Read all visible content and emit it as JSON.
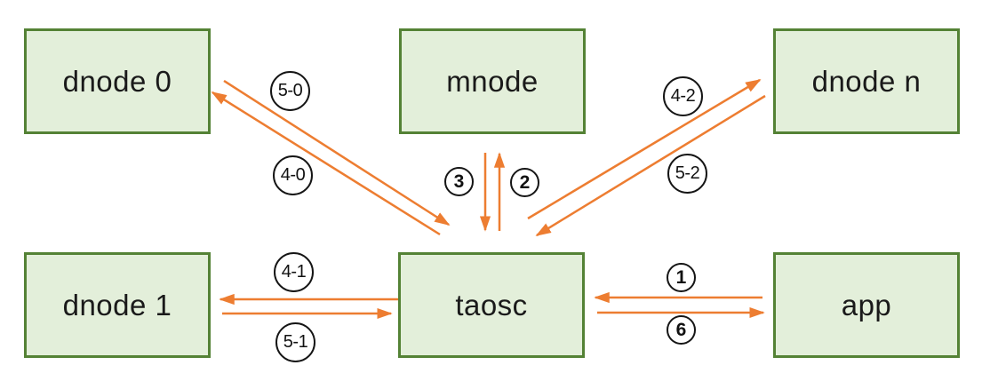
{
  "nodes": {
    "dnode0": {
      "label": "dnode 0"
    },
    "mnode": {
      "label": "mnode"
    },
    "dnoden": {
      "label": "dnode n"
    },
    "dnode1": {
      "label": "dnode 1"
    },
    "taosc": {
      "label": "taosc"
    },
    "app": {
      "label": "app"
    }
  },
  "edges": [
    {
      "label": "5-0",
      "from": "dnode 0",
      "to": "taosc"
    },
    {
      "label": "4-0",
      "from": "taosc",
      "to": "dnode 0"
    },
    {
      "label": "3",
      "from": "mnode",
      "to": "taosc"
    },
    {
      "label": "2",
      "from": "taosc",
      "to": "mnode"
    },
    {
      "label": "4-2",
      "from": "taosc",
      "to": "dnode n"
    },
    {
      "label": "5-2",
      "from": "dnode n",
      "to": "taosc"
    },
    {
      "label": "4-1",
      "from": "taosc",
      "to": "dnode 1"
    },
    {
      "label": "5-1",
      "from": "dnode 1",
      "to": "taosc"
    },
    {
      "label": "1",
      "from": "app",
      "to": "taosc"
    },
    {
      "label": "6",
      "from": "taosc",
      "to": "app"
    }
  ],
  "colors": {
    "node_fill": "#E3EFDA",
    "node_border": "#548235",
    "arrow_color": "#ED7D31",
    "ring_color": "#151515",
    "text_color": "#1A1A1A",
    "background": "#FFFFFF"
  }
}
